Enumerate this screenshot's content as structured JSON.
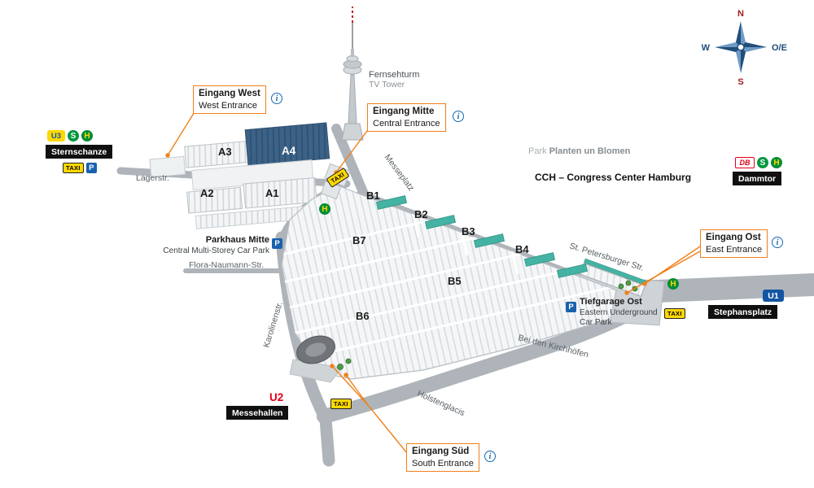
{
  "ui": {
    "info": "i"
  },
  "compass": {
    "n": "N",
    "e": "O/E",
    "s": "S",
    "w": "W"
  },
  "tower": {
    "de": "Fernsehturm",
    "en": "TV Tower"
  },
  "entrances": {
    "west": {
      "de": "Eingang West",
      "en": "West Entrance"
    },
    "mitte": {
      "de": "Eingang Mitte",
      "en": "Central Entrance"
    },
    "ost": {
      "de": "Eingang Ost",
      "en": "East Entrance"
    },
    "sued": {
      "de": "Eingang Süd",
      "en": "South Entrance"
    }
  },
  "stations": {
    "sternschanze": {
      "name": "Sternschanze",
      "u": "U3",
      "s": "S",
      "h": "H"
    },
    "dammtor": {
      "name": "Dammtor",
      "db": "DB",
      "s": "S",
      "h": "H"
    },
    "stephansplatz": {
      "name": "Stephansplatz",
      "u": "U1"
    },
    "messehallen": {
      "name": "Messehallen",
      "u": "U2"
    }
  },
  "halls": {
    "a1": "A1",
    "a2": "A2",
    "a3": "A3",
    "a4": "A4",
    "b1": "B1",
    "b2": "B2",
    "b3": "B3",
    "b4": "B4",
    "b5": "B5",
    "b6": "B6",
    "b7": "B7"
  },
  "streets": {
    "lagerstr": "Lagerstr.",
    "messeplatz": "Messeplatz",
    "karolinenstr": "Karolinenstr.",
    "flora": "Flora-Naumann-Str.",
    "petersburger": "St. Petersburger Str.",
    "kirchhoefen": "Bei den Kirchhöfen",
    "holstenglacis": "Holstenglacis"
  },
  "pois": {
    "park_prefix": "Park",
    "park_name": "Planten un Blomen",
    "cch": "CCH – Congress Center Hamburg",
    "parkhaus_mitte_de": "Parkhaus Mitte",
    "parkhaus_mitte_en": "Central Multi-Storey Car Park",
    "tiefgarage_de": "Tiefgarage Ost",
    "tiefgarage_en1": "Eastern Underground",
    "tiefgarage_en2": "Car Park",
    "taxi": "TAXI",
    "p": "P",
    "h": "H"
  },
  "colors": {
    "orange": "#f08019",
    "taxi_yellow": "#ffd800",
    "u1_blue": "#1455a3",
    "u2_red": "#e2001a",
    "u3_yellow": "#ffd800",
    "s_green": "#009640",
    "h_green": "#008d36",
    "db_red": "#e2001a",
    "p_blue": "#1961ac",
    "hall_a4_blue": "#3c6287",
    "skybridge_teal": "#44b3a3",
    "road_gray": "#aeb4b9",
    "info_blue": "#1268b3"
  }
}
